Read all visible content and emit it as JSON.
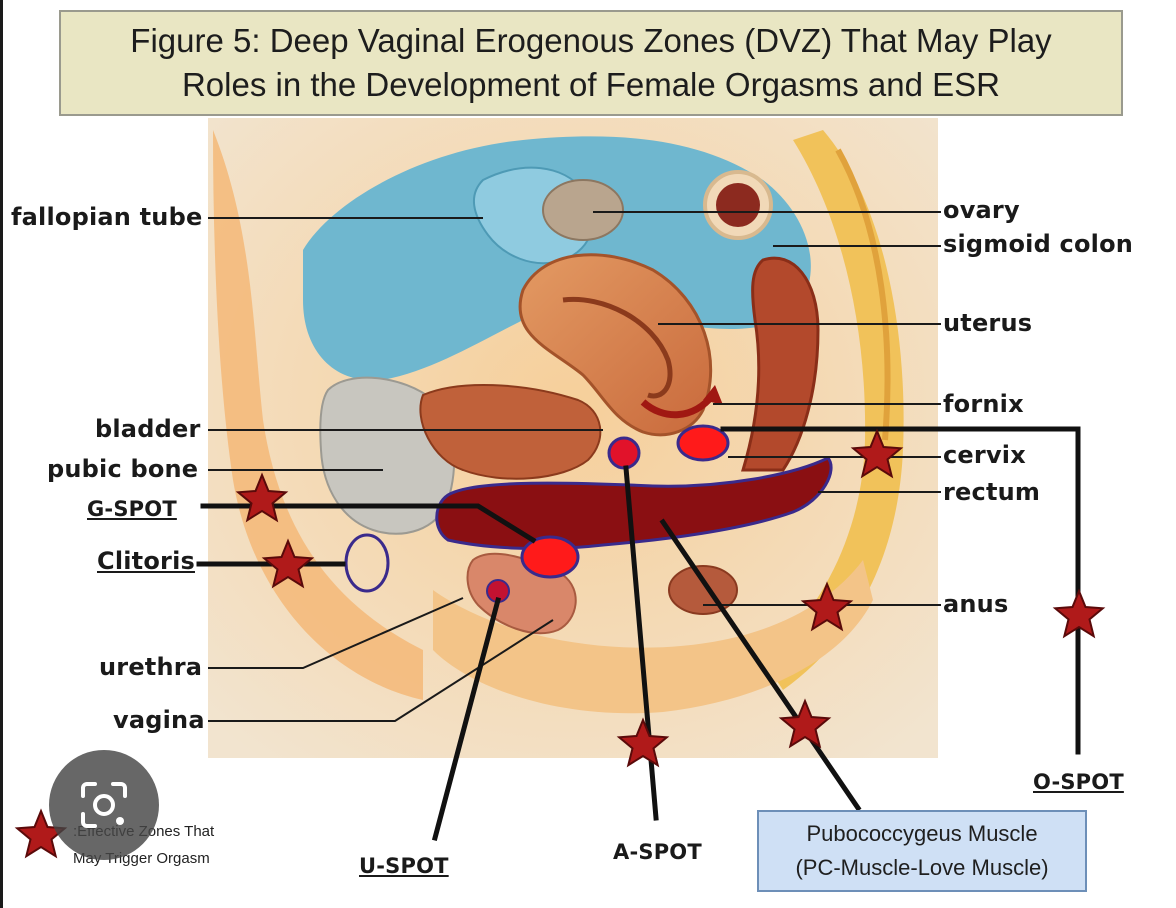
{
  "title": {
    "line1": "Figure 5: Deep Vaginal Erogenous Zones (DVZ) That May Play",
    "line2": "Roles in the Development of Female Orgasms and ESR"
  },
  "labels": {
    "fallopian_tube": "fallopian tube",
    "ovary": "ovary",
    "sigmoid_colon": "sigmoid colon",
    "uterus": "uterus",
    "fornix": "fornix",
    "bladder": "bladder",
    "cervix": "cervix",
    "pubic_bone": "pubic bone",
    "rectum": "rectum",
    "g_spot": "G-SPOT",
    "clitoris": "Clitoris",
    "anus": "anus",
    "urethra": "urethra",
    "vagina": "vagina",
    "o_spot": "O-SPOT",
    "u_spot": "U-SPOT",
    "a_spot": "A-SPOT"
  },
  "pc_box": {
    "line1": "Pubococcygeus Muscle",
    "line2": "(PC-Muscle-Love Muscle)"
  },
  "legend": {
    "line1": ":Effective Zones That",
    "line2": "May Trigger Orgasm"
  },
  "icons": {
    "star": "star-marker-icon",
    "lens": "camera-lens-icon"
  },
  "colors": {
    "title_bg": "#e9e6c3",
    "pc_box_bg": "#cfe0f5",
    "star": "#b01a1a",
    "zone_fill": "#ff1a1a",
    "zone_ring": "#3a2a8c",
    "vagina_fill": "#8a0f12"
  }
}
